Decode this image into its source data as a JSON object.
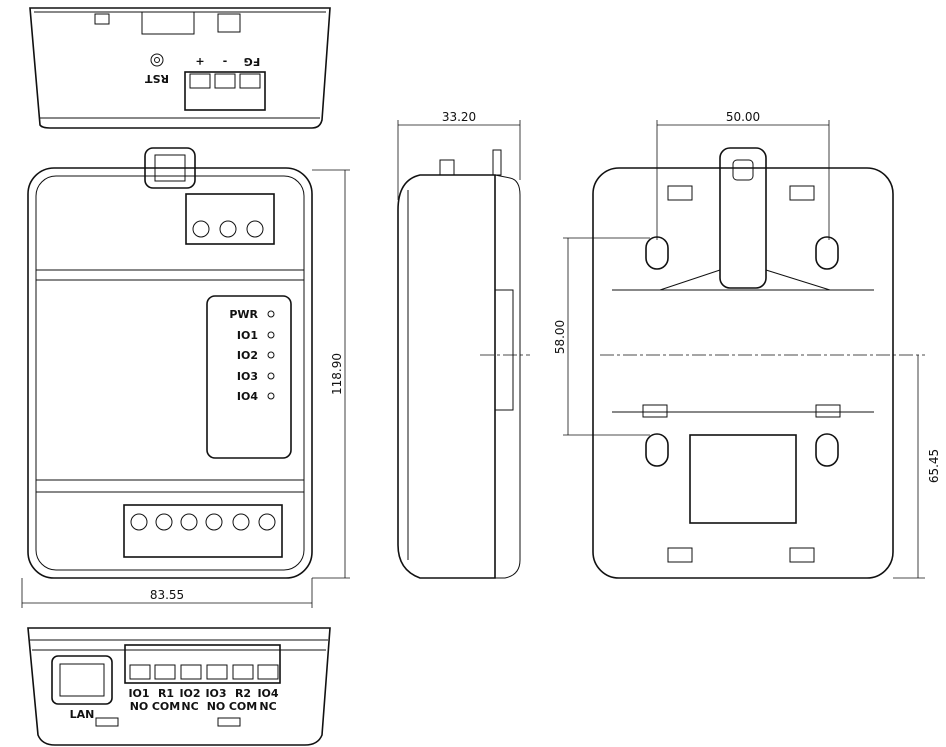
{
  "top_view": {
    "reset_label": "RST",
    "terminals": [
      "+",
      "-",
      "FG"
    ]
  },
  "front_view": {
    "leds": [
      "PWR",
      "IO1",
      "IO2",
      "IO3",
      "IO4"
    ]
  },
  "dimensions": {
    "height": "118.90",
    "width": "83.55",
    "depth": "33.20",
    "mount_hole_spacing_h": "50.00",
    "mount_hole_spacing_v": "58.00",
    "mount_center_to_bottom": "65.45"
  },
  "bottom_view": {
    "port_label": "LAN",
    "terminals": [
      {
        "top": "IO1",
        "bottom": "NO"
      },
      {
        "top": "R1",
        "bottom": "COM"
      },
      {
        "top": "IO2",
        "bottom": "NC"
      },
      {
        "top": "IO3",
        "bottom": "NO"
      },
      {
        "top": "R2",
        "bottom": "COM"
      },
      {
        "top": "IO4",
        "bottom": "NC"
      }
    ]
  }
}
